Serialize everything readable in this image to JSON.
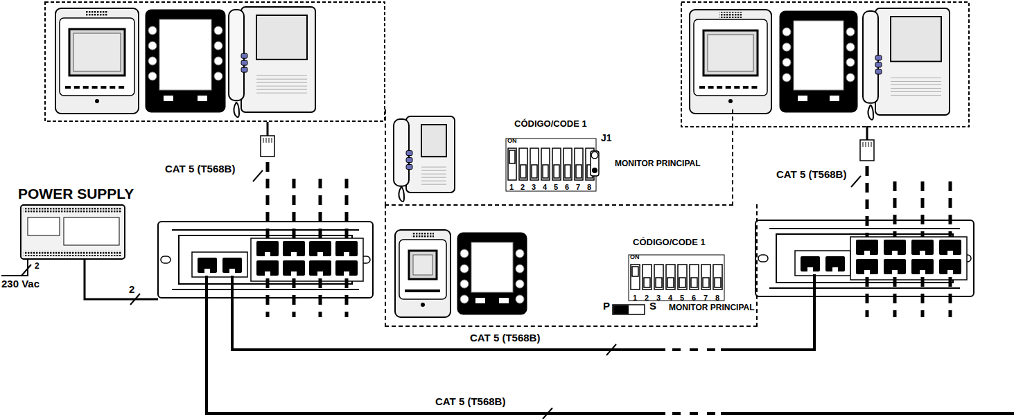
{
  "diagram": {
    "nodes": [
      {
        "text": [
          "POWER SUPPLY"
        ]
      },
      {
        "text": [
          "CÓDIGO/CODE 1",
          "J1",
          "MONITOR PRINCIPAL"
        ]
      },
      {
        "text": [
          "CÓDIGO/CODE 1",
          "P",
          "S",
          "MONITOR PRINCIPAL"
        ]
      }
    ],
    "labels": [
      "CAT 5 (T568B)",
      "CAT 5 (T568B)",
      "230 Vac",
      "2",
      "2",
      "CAT 5 (T568B)",
      "CAT 5 (T568B)",
      "ON",
      "1",
      "2",
      "3",
      "4",
      "5",
      "6",
      "7",
      "8",
      "ON",
      "1",
      "2",
      "3",
      "4",
      "5",
      "6",
      "7",
      "8"
    ]
  }
}
